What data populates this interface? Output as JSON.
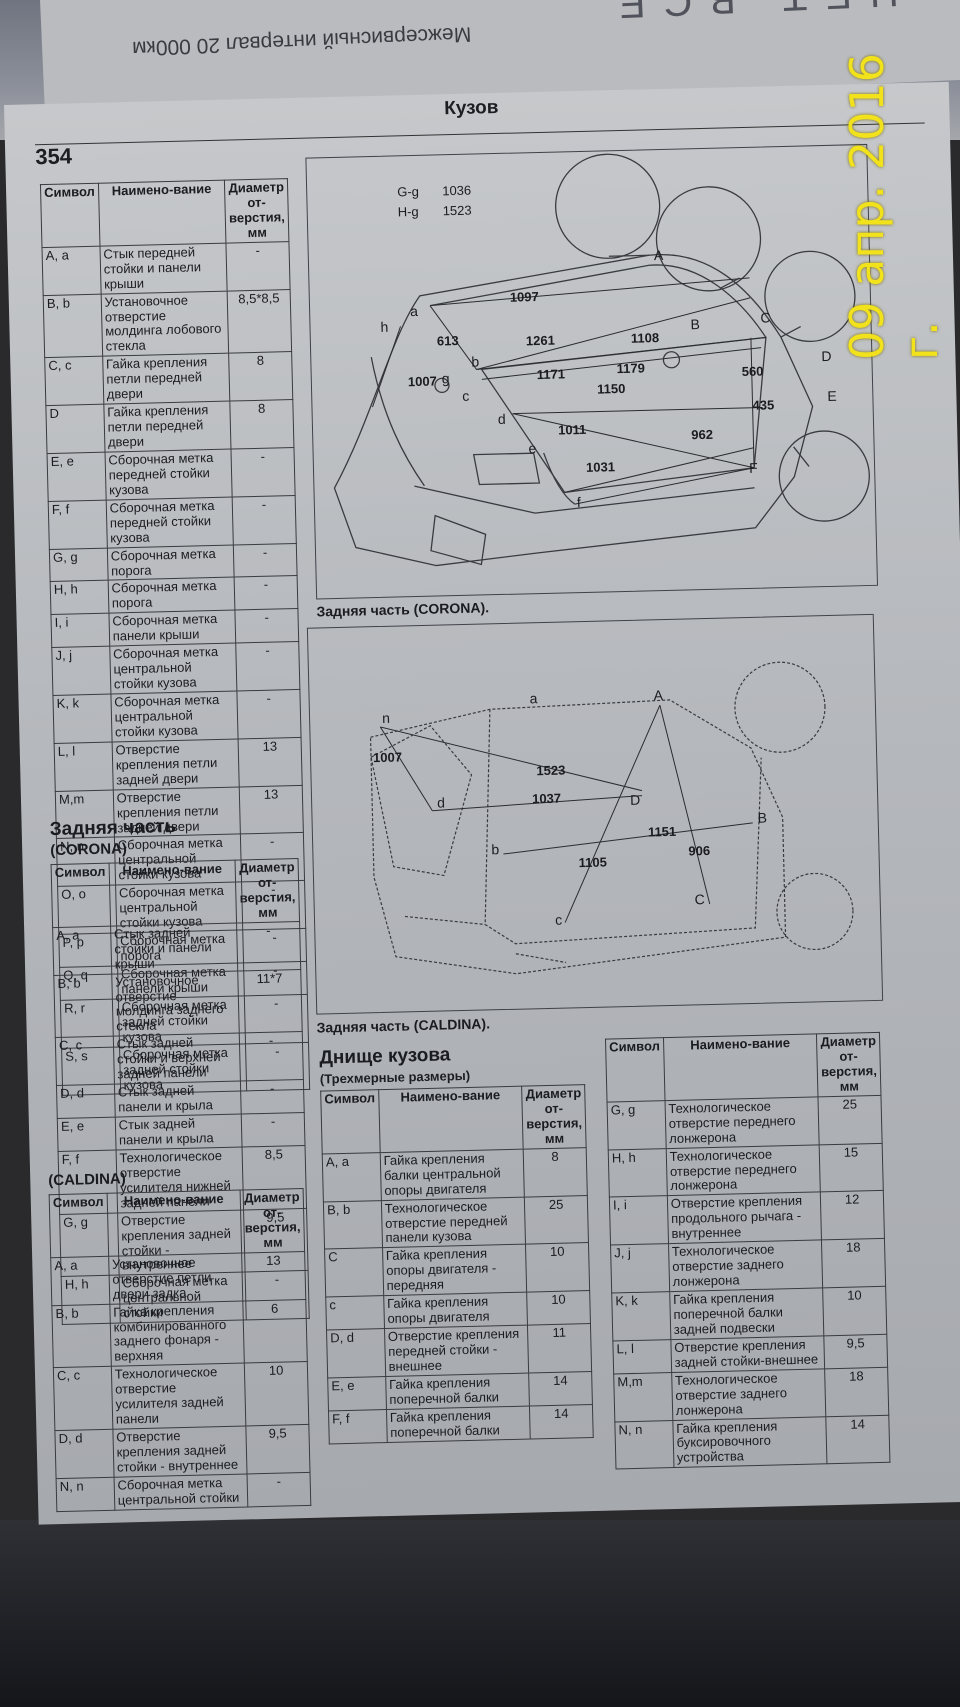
{
  "background": {
    "under_page_text": "Межсервисный интервал 20 000км",
    "under_page_letters": "НЕТ ВСЕ"
  },
  "stamp": "09 апр. 2016 г.",
  "header": {
    "page_number": "354",
    "section": "Кузов"
  },
  "columns": {
    "symbol": "Символ",
    "name": "Наимено-вание",
    "diameter": "Диаметр от-верстия, мм"
  },
  "table_front": [
    {
      "s": "A, a",
      "n": "Стык передней стойки и панели крыши",
      "v": "-"
    },
    {
      "s": "B, b",
      "n": "Установочное отверстие молдинга лобового стекла",
      "v": "8,5*8,5"
    },
    {
      "s": "C, c",
      "n": "Гайка крепления петли передней двери",
      "v": "8"
    },
    {
      "s": "D",
      "n": "Гайка крепления петли передней двери",
      "v": "8"
    },
    {
      "s": "E, e",
      "n": "Сборочная метка передней стойки кузова",
      "v": "-"
    },
    {
      "s": "F, f",
      "n": "Сборочная метка передней стойки кузова",
      "v": "-"
    },
    {
      "s": "G, g",
      "n": "Сборочная метка порога",
      "v": "-"
    },
    {
      "s": "H, h",
      "n": "Сборочная метка порога",
      "v": "-"
    },
    {
      "s": "I, i",
      "n": "Сборочная метка панели крыши",
      "v": "-"
    },
    {
      "s": "J, j",
      "n": "Сборочная метка центральной стойки кузова",
      "v": "-"
    },
    {
      "s": "K, k",
      "n": "Сборочная метка центральной стойки кузова",
      "v": "-"
    },
    {
      "s": "L, l",
      "n": "Отверстие крепления петли задней двери",
      "v": "13"
    },
    {
      "s": "M,m",
      "n": "Отверстие крепления петли задней двери",
      "v": "13"
    },
    {
      "s": "N, n",
      "n": "Сборочная метка центральной стойки кузова",
      "v": "-"
    },
    {
      "s": "O, o",
      "n": "Сборочная метка центральной стойки кузова",
      "v": "-"
    },
    {
      "s": "P, p",
      "n": "Сборочная метка порога",
      "v": "-"
    },
    {
      "s": "Q, q",
      "n": "Сборочная метка панели крыши",
      "v": "-"
    },
    {
      "s": "R, r",
      "n": "Сборочная метка задней стойки кузова",
      "v": "-"
    },
    {
      "s": "S, s",
      "n": "Сборочная метка задней стойки кузова",
      "v": "-"
    }
  ],
  "rear_title": "Задняя часть",
  "corona_label": "(CORONA)",
  "table_corona": [
    {
      "s": "A, a",
      "n": "Стык задней стойки и панели крыши",
      "v": "-"
    },
    {
      "s": "B, b",
      "n": "Установочное отверстие молдинга заднего стекла",
      "v": "11*7"
    },
    {
      "s": "C, c",
      "n": "Стык задней стойки и верхней задней панели",
      "v": "-"
    },
    {
      "s": "D, d",
      "n": "Стык задней панели и крыла",
      "v": "-"
    },
    {
      "s": "E, e",
      "n": "Стык задней панели и крыла",
      "v": "-"
    },
    {
      "s": "F, f",
      "n": "Технологическое отверстие усилителя нижней задней панели",
      "v": "8,5"
    },
    {
      "s": "G, g",
      "n": "Отверстие крепления задней стойки - внутреннее",
      "v": "9,5"
    },
    {
      "s": "H, h",
      "n": "Сборочная метка центральной стойки",
      "v": "-"
    }
  ],
  "caldina_label": "(CALDINA)",
  "table_caldina": [
    {
      "s": "A, a",
      "n": "Установочное отверстие петли двери задка",
      "v": "13"
    },
    {
      "s": "B, b",
      "n": "Гайка крепления комбинированного заднего фонаря - верхняя",
      "v": "6"
    },
    {
      "s": "C, c",
      "n": "Технологическое отверстие усилителя задней панели",
      "v": "10"
    },
    {
      "s": "D, d",
      "n": "Отверстие крепления задней стойки - внутреннее",
      "v": "9,5"
    },
    {
      "s": "N, n",
      "n": "Сборочная метка центральной стойки",
      "v": "-"
    }
  ],
  "fig1": {
    "caption": "Задняя часть (CORONA).",
    "legend": [
      "G-g",
      "1036",
      "H-g",
      "1523"
    ],
    "dims": [
      "1097",
      "613",
      "1261",
      "1108",
      "1171",
      "1179",
      "1150",
      "560",
      "1007",
      "435",
      "1011",
      "962",
      "1031"
    ],
    "points": [
      "A",
      "B",
      "C",
      "D",
      "E",
      "F",
      "a",
      "b",
      "c",
      "d",
      "e",
      "f",
      "g",
      "h"
    ]
  },
  "fig2": {
    "caption": "Задняя часть (CALDINA).",
    "dims": [
      "1007",
      "1523",
      "1037",
      "1151",
      "906",
      "1105"
    ],
    "points": [
      "a",
      "A",
      "n",
      "d",
      "D",
      "B",
      "b",
      "C",
      "c"
    ]
  },
  "floor_title": "Днище кузова",
  "floor_sub": "(Трехмерные размеры)",
  "table_floor1": [
    {
      "s": "A, a",
      "n": "Гайка крепления балки центральной опоры двигателя",
      "v": "8"
    },
    {
      "s": "B, b",
      "n": "Технологическое отверстие передней панели кузова",
      "v": "25"
    },
    {
      "s": "C",
      "n": "Гайка крепления опоры двигателя - передняя",
      "v": "10"
    },
    {
      "s": "c",
      "n": "Гайка крепления опоры двигателя",
      "v": "10"
    },
    {
      "s": "D, d",
      "n": "Отверстие крепления передней стойки - внешнее",
      "v": "11"
    },
    {
      "s": "E, e",
      "n": "Гайка крепления поперечной балки",
      "v": "14"
    },
    {
      "s": "F, f",
      "n": "Гайка крепления поперечной балки",
      "v": "14"
    }
  ],
  "table_floor2": [
    {
      "s": "G, g",
      "n": "Технологическое отверстие переднего лонжерона",
      "v": "25"
    },
    {
      "s": "H, h",
      "n": "Технологическое отверстие переднего лонжерона",
      "v": "15"
    },
    {
      "s": "I, i",
      "n": "Отверстие крепления продольного рычага - внутреннее",
      "v": "12"
    },
    {
      "s": "J, j",
      "n": "Технологическое отверстие заднего лонжерона",
      "v": "18"
    },
    {
      "s": "K, k",
      "n": "Гайка крепления поперечной балки задней подвески",
      "v": "10"
    },
    {
      "s": "L, l",
      "n": "Отверстие крепления задней стойки-внешнее",
      "v": "9,5"
    },
    {
      "s": "M,m",
      "n": "Технологическое отверстие заднего лонжерона",
      "v": "18"
    },
    {
      "s": "N, n",
      "n": "Гайка крепления буксировочного устройства",
      "v": "14"
    }
  ]
}
